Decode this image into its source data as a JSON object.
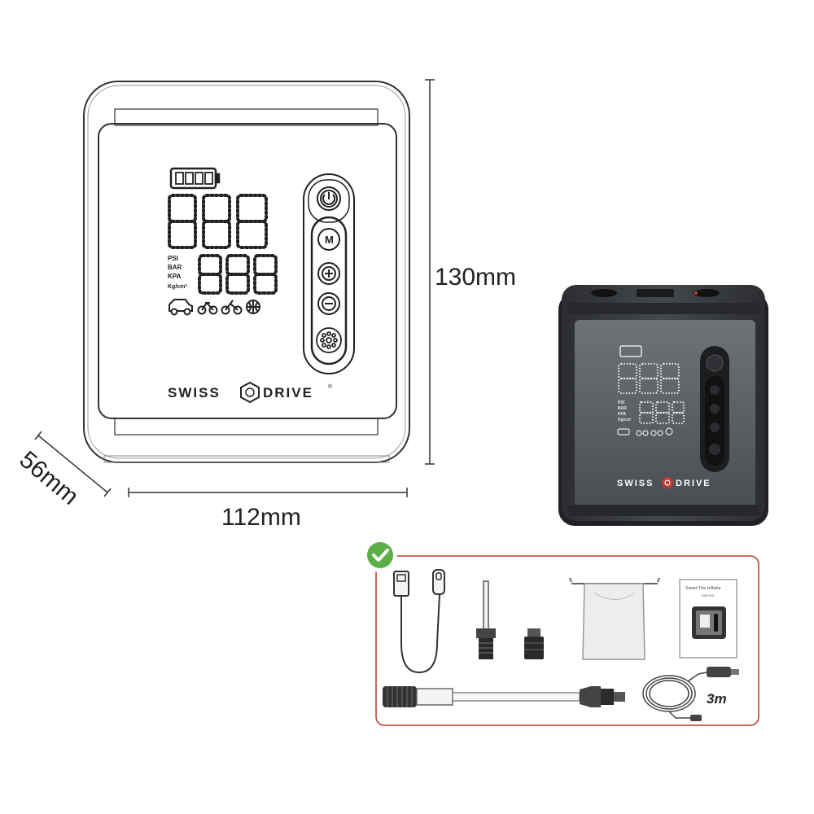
{
  "dimensions": {
    "height": "130mm",
    "width": "112mm",
    "depth": "56mm"
  },
  "device": {
    "brand_left": "SWISS",
    "brand_right": "DRIVE",
    "trademark": "®",
    "units": [
      "PSI",
      "BAR",
      "KPA",
      "Kg/cm²"
    ],
    "buttons": [
      "power",
      "M",
      "+",
      "−",
      "light"
    ],
    "battery_bars": 4,
    "vehicle_icons": [
      "car-icon",
      "motorcycle-icon",
      "bicycle-icon",
      "ball-icon"
    ]
  },
  "device_photo": {
    "brand_left": "SWISS",
    "brand_right": "DRIVE",
    "units": [
      "PSI",
      "BAR",
      "KPA",
      "Kg/cm²"
    ]
  },
  "accessories": {
    "check_icon": "check-icon",
    "manual_title": "Smart Tire Inflator",
    "manual_subtitle": "Manual",
    "cable_length": "3m",
    "items": [
      "usb-c-cable-icon",
      "needle-adapter-icon",
      "presta-adapter-icon",
      "storage-bag-icon",
      "manual-icon",
      "air-hose-icon",
      "car-charger-cable-icon"
    ]
  },
  "colors": {
    "accent_red": "#c0392b",
    "check_green": "#5ab047",
    "photo_body": "#3a3d42",
    "line": "#333333"
  }
}
